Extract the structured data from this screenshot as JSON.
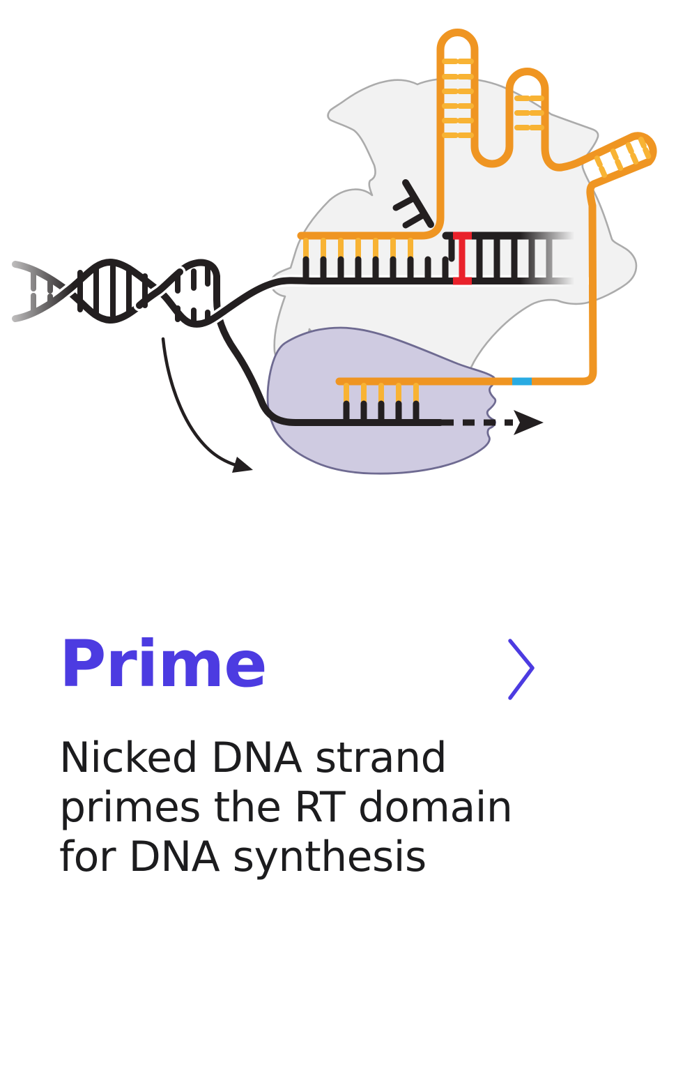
{
  "card": {
    "title": "Prime",
    "description": "Nicked DNA strand primes the RT domain for DNA synthesis",
    "description_lines": [
      "Nicked DNA strand",
      "primes the RT domain",
      "for DNA synthesis"
    ]
  },
  "icons": {
    "next": "chevron-right"
  },
  "colors": {
    "accent": "#4C3BE1",
    "text": "#1C1C1E",
    "background": "#FFFFFF",
    "pegrna_orange": "#EF9522",
    "base_pair_yellow": "#F8B334",
    "edit_red": "#E9222B",
    "pbs_blue": "#29ABE2",
    "strand_black": "#231F20",
    "cas9_fill": "#F2F2F2",
    "cas9_stroke": "#ABABAB",
    "rt_fill": "#CFCBE1",
    "rt_stroke": "#6E6A91"
  }
}
